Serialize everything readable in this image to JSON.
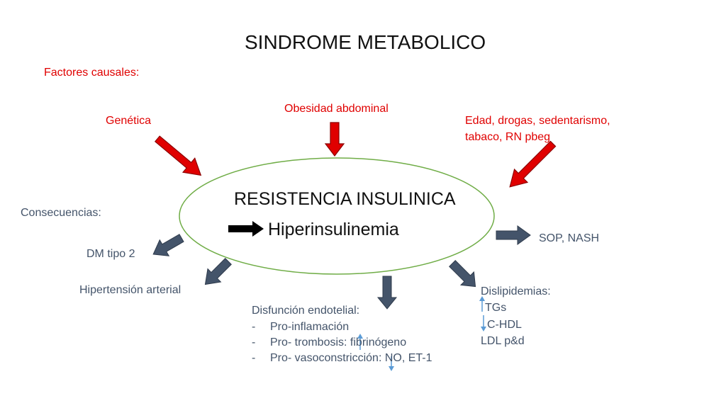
{
  "title": "SINDROME METABOLICO",
  "causes": {
    "header": "Factores causales:",
    "genetica": "Genética",
    "obesidad": "Obesidad abdominal",
    "edad_line1": "Edad, drogas, sedentarismo,",
    "edad_line2": "tabaco, RN pbeg"
  },
  "center": {
    "main": "RESISTENCIA INSULINICA",
    "sub": "Hiperinsulinemia"
  },
  "consequences": {
    "header": "Consecuencias:",
    "dm": "DM tipo 2",
    "hta": "Hipertensión arterial",
    "sop": "SOP, NASH",
    "disfuncion": {
      "header": "Disfunción endotelial:",
      "items": [
        {
          "dash": "-",
          "text": "Pro-inflamación"
        },
        {
          "dash": "-",
          "text": "Pro- trombosis:  fibrinógeno"
        },
        {
          "dash": "-",
          "text": "Pro- vasoconstricción:  NO, ET-1"
        }
      ]
    },
    "dislipidemias": {
      "header": "Dislipidemias:",
      "tgs": "TGs",
      "hdl": "C-HDL",
      "ldl": "LDL p&d"
    }
  },
  "colors": {
    "red_arrow": "#e00000",
    "dark_arrow": "#4a5568",
    "ellipse": "#70ad47",
    "blue_small_arrow": "#5b9bd5"
  }
}
